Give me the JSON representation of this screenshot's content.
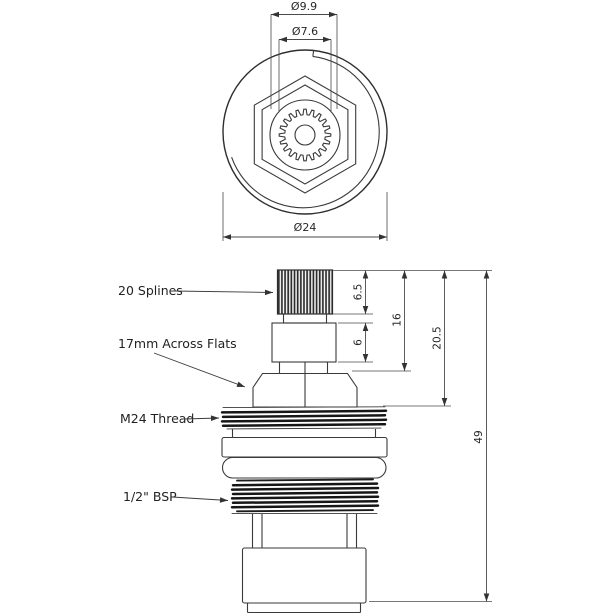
{
  "drawing": {
    "background": "#ffffff",
    "line_color": "#3a3a3a",
    "text_color": "#222222"
  },
  "top_view": {
    "dims": {
      "spline_outer_diameter": "Ø9.9",
      "spline_inner_diameter": "Ø7.6",
      "body_diameter": "Ø24"
    }
  },
  "side_view": {
    "callouts": {
      "splines": "20 Splines",
      "across_flats": "17mm Across Flats",
      "m24_thread": "M24 Thread",
      "bsp_thread": "1/2\" BSP"
    },
    "dims": {
      "spline_height": "6.5",
      "stem_height": "6",
      "head_height": "16",
      "upper_section_height": "20.5",
      "overall_height": "49"
    }
  }
}
